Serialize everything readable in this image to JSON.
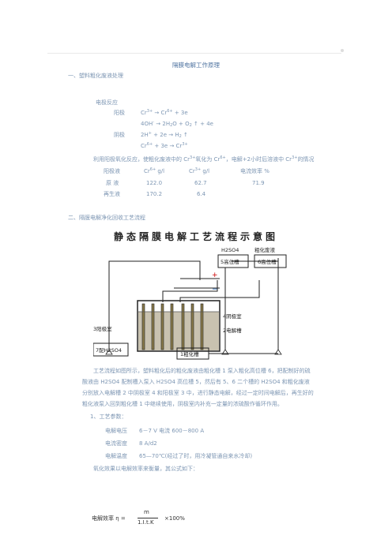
{
  "doc": {
    "title": "隔膜电解工作原理",
    "section1": "一、塑料粗化废液处理",
    "reaction_label": "电极反应",
    "anode_label": "阳极",
    "cathode_label": "阴极",
    "anode_eq1": "Cr3+ → Cr6+ + 3e",
    "anode_eq2": "4OH- → 2H2O + O2 ↑ + 4e",
    "cathode_eq1": "2H+ + 2e → H2 ↑",
    "cathode_eq2": "Cr6+ + 3e → Cr3+",
    "para1": "利用阳极氧化反应，使粗化废液中的 Cr3+氧化为 Cr6+，电解+2小时后溶液中 Cr3+的情况",
    "table": {
      "headers": [
        "阳极液",
        "Cr6+ g/l",
        "Cr3+ g/l",
        "电流效率 %"
      ],
      "rows": [
        [
          "原 液",
          "122.0",
          "62.7",
          "71.9"
        ],
        [
          "再生液",
          "170.2",
          "6.4",
          ""
        ]
      ]
    },
    "section2": "二、隔膜电解净化回收工艺流程"
  },
  "chart": {
    "title": "静态隔膜电解工艺流程示意图",
    "h2so4_top": "H2SO4",
    "waste_label": "粗化废液",
    "tank5": "5高位槽",
    "tank6": "6高位槽",
    "plus": "+",
    "minus": "−",
    "tank4": "4阴极室",
    "tank2": "2电解槽",
    "tank3": "3阳极室",
    "tank7": "7配H2SO4",
    "tank1": "1粗化槽"
  },
  "body": {
    "desc_line1": "工艺流程如图所示，塑料粗化后的粗化废液由粗化槽 1 泵入粗化高位槽 6，把配制好的硫",
    "desc_line2": "酸液由 H2SO4 配制槽入泵入 H2SO4 高位槽 5，然后有 5、6 二个槽的 H2SO4 和粗化废液",
    "desc_line3": "分别放入电解槽 2 中阴极室 4 和阳极室 3 中，进行静态电解，经过一定时间电解后，再生好的",
    "desc_line4": "粗化液泵入回到粗化槽 1 中继续使用，阴极室内补充一定量的浓硫酸作循环作用。",
    "params_title": "1、工艺参数：",
    "p1_label": "电解电压",
    "p1_value": "6－7 V    电流 600－800 A",
    "p2_label": "电流密度",
    "p2_value": "8 A/d2",
    "p3_label": "电解温度",
    "p3_value": "65—70℃(经过了时，用冷凝管通自来水冷却)",
    "eff_line": "氧化效果以电解效率来衡量，其公式如下：",
    "formula_label": "电解效率  η =",
    "formula_num": "m",
    "formula_den": "1.I.t.K",
    "formula_tail": "×100%"
  },
  "colors": {
    "text": "#7d96b3",
    "title": "#4f73a0",
    "diagram": "#222222"
  }
}
